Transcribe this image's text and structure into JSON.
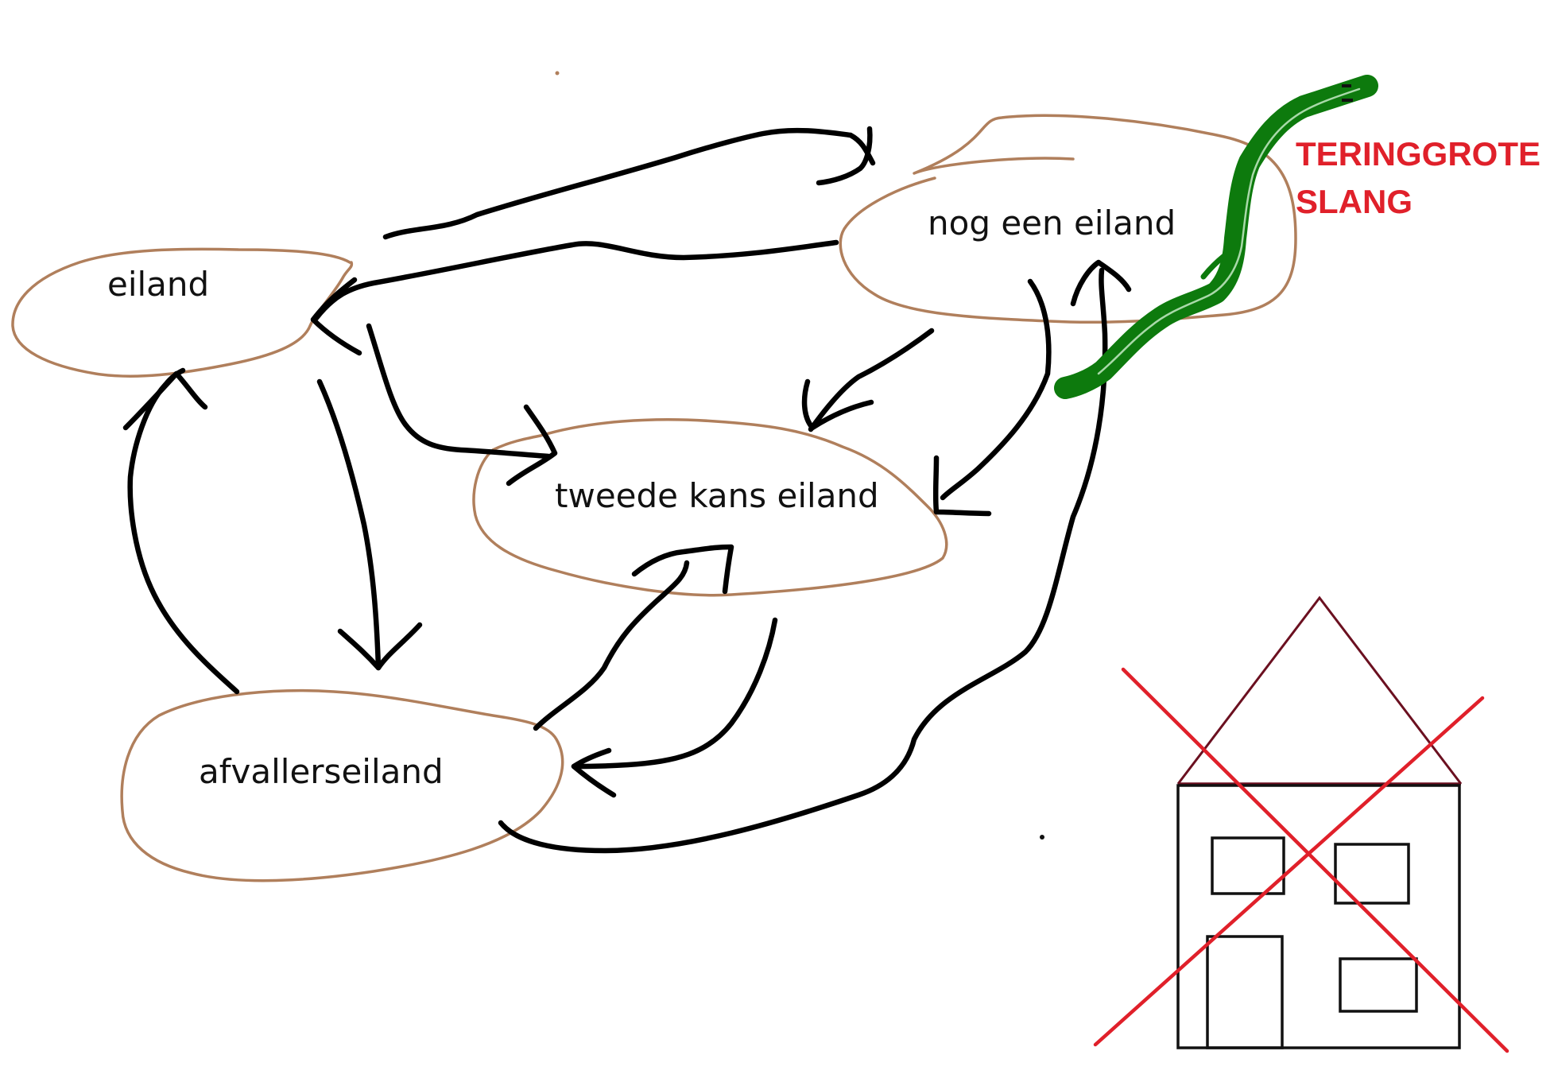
{
  "islands": {
    "eiland": "eiland",
    "nog_een_eiland": "nog een eiland",
    "tweede_kans_eiland": "tweede kans eiland",
    "afvallerseiland": "afvallerseiland"
  },
  "snake": {
    "line1": "TERINGGROTE",
    "line2": "SLANG"
  },
  "colors": {
    "island_outline": "#b07f5c",
    "arrow": "#000000",
    "snake": "#0d7a0d",
    "snake_highlight": "#a9d9a9",
    "label_red": "#e0202a",
    "roof": "#6b1020",
    "house_outline": "#111111",
    "cross": "#e0202a"
  },
  "icons": {
    "house": "house-icon",
    "cross": "cross-out-icon",
    "snake": "snake-icon"
  }
}
